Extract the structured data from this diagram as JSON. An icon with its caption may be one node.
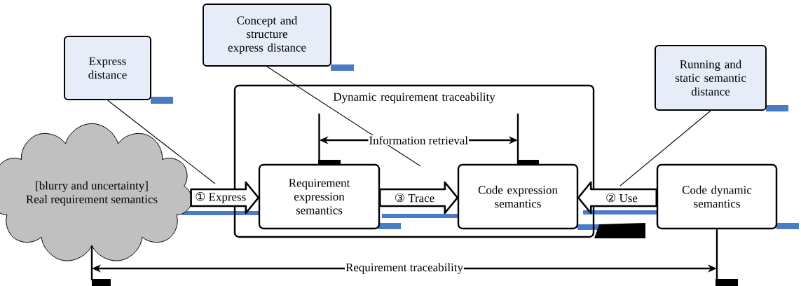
{
  "diagram": {
    "nodes": [
      {
        "text": [
          "Express distance"
        ]
      },
      {
        "text": [
          "Concept and structure express distance"
        ]
      },
      {
        "text": [
          "Running and static semantic distance"
        ]
      },
      {
        "text": [
          "Dynamic requirement traceability"
        ]
      },
      {
        "text": [
          "[blurry and uncertainty]",
          "Real requirement semantics"
        ]
      },
      {
        "text": [
          "Requirement expression semantics"
        ],
        "in": 3
      },
      {
        "text": [
          "Code expression semantics"
        ],
        "in": 3
      },
      {
        "text": [
          "Code dynamic semantics"
        ]
      }
    ],
    "edges": [
      {
        "from": 4,
        "to": 5,
        "arrow": "to",
        "label": "① Express",
        "style": "thick"
      },
      {
        "from": 5,
        "to": 6,
        "arrow": "to",
        "label": "③ Trace",
        "style": "thick"
      },
      {
        "from": 7,
        "to": 6,
        "arrow": "to",
        "label": "② Use",
        "style": "thick"
      },
      {
        "from": 0,
        "to": null,
        "arrow": "none"
      },
      {
        "from": 1,
        "to": null,
        "arrow": "none"
      },
      {
        "from": 2,
        "to": null,
        "arrow": "none"
      }
    ],
    "labels": [
      "Information retrieval",
      "Requirement traceability"
    ]
  }
}
